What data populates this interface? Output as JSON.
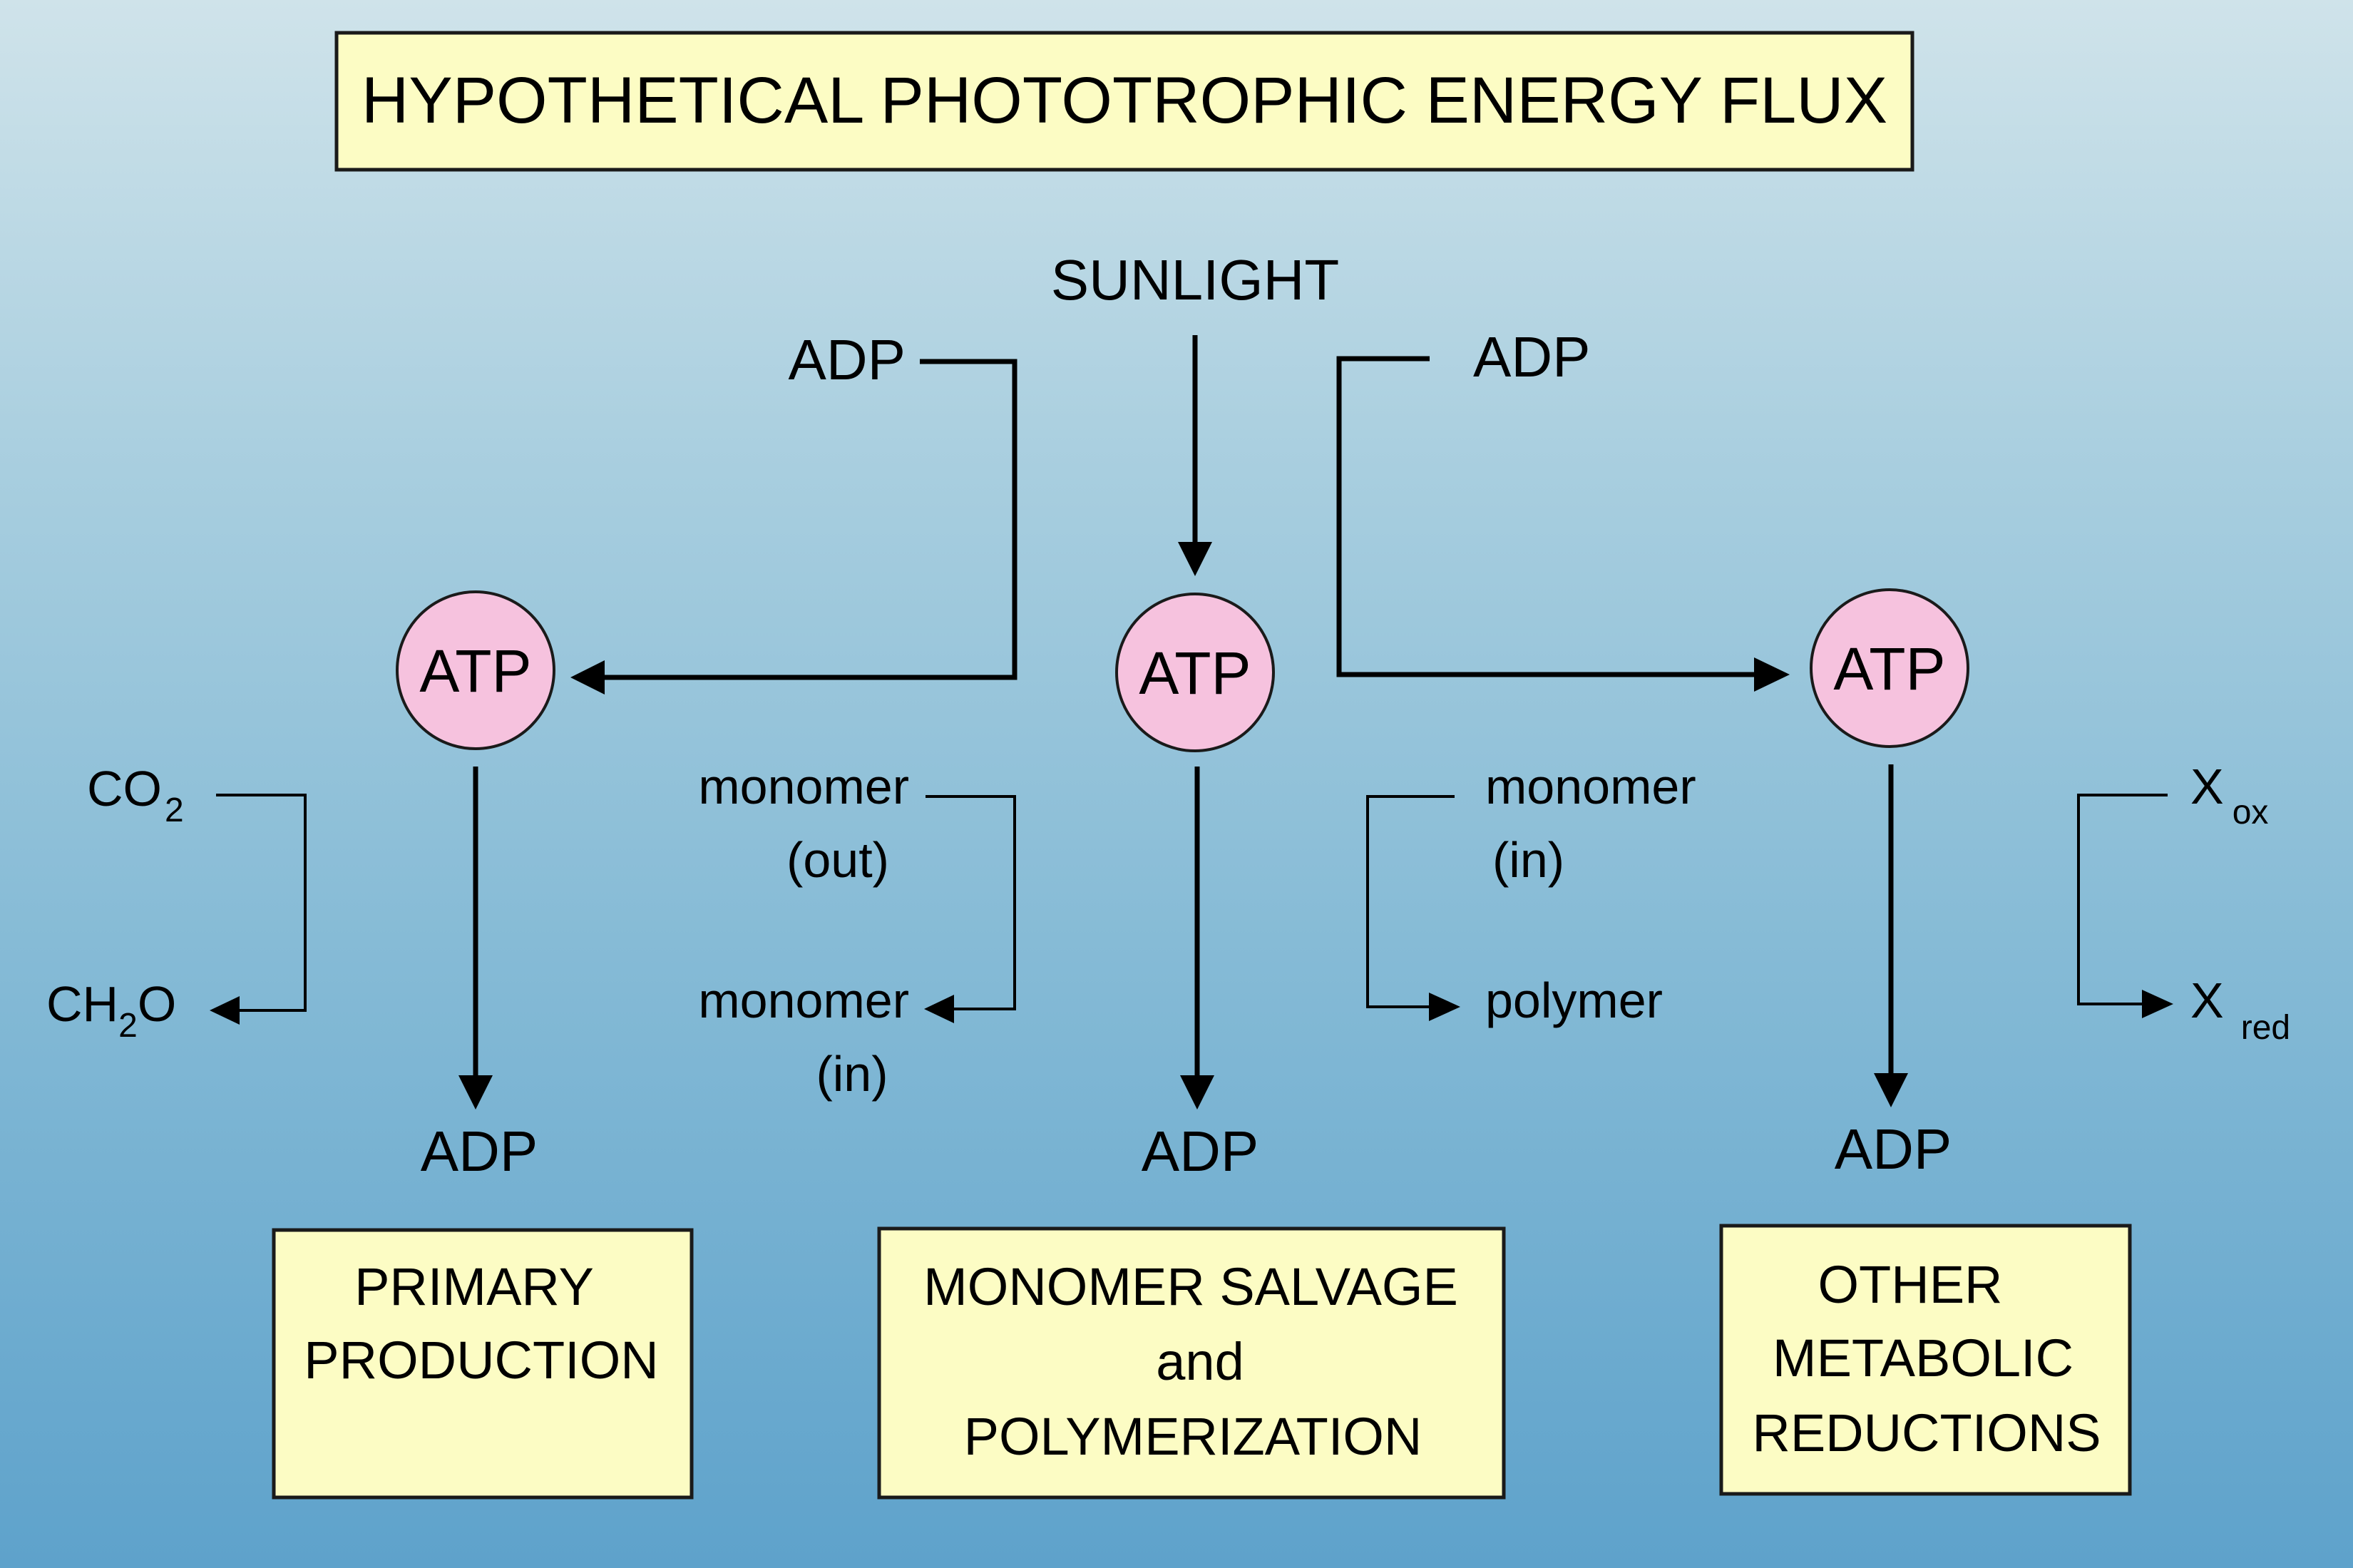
{
  "title": "HYPOTHETICAL PHOTOTROPHIC ENERGY FLUX",
  "source": "SUNLIGHT",
  "adp_inputs": {
    "left": "ADP",
    "right": "ADP"
  },
  "atp_nodes": {
    "left": "ATP",
    "center": "ATP",
    "right": "ATP"
  },
  "adp_outputs": {
    "left": "ADP",
    "center": "ADP",
    "right": "ADP"
  },
  "reactions": {
    "carbon": {
      "from_main": "CO",
      "from_sub": "2",
      "to_prefix": "CH",
      "to_sub": "2",
      "to_suffix": "O"
    },
    "transport": {
      "from_line1": "monomer",
      "from_line2": "(out)",
      "to_line1": "monomer",
      "to_line2": "(in)"
    },
    "polymerization": {
      "from_line1": "monomer",
      "from_line2": "(in)",
      "to": "polymer"
    },
    "reduction": {
      "from_main": "X",
      "from_sub": "ox",
      "to_main": "X",
      "to_sub": "red"
    }
  },
  "categories": {
    "primary": {
      "line1": "PRIMARY",
      "line2": "PRODUCTION"
    },
    "salvage": {
      "line1": "MONOMER SALVAGE",
      "line2": "and",
      "line3": "POLYMERIZATION"
    },
    "other": {
      "line1": "OTHER",
      "line2": "METABOLIC",
      "line3": "REDUCTIONS"
    }
  },
  "colors": {
    "box_fill": "#fcfcc4",
    "atp_fill": "#f6c2de",
    "background_top": "#cfe3ea",
    "background_bottom": "#5ea2cb"
  }
}
